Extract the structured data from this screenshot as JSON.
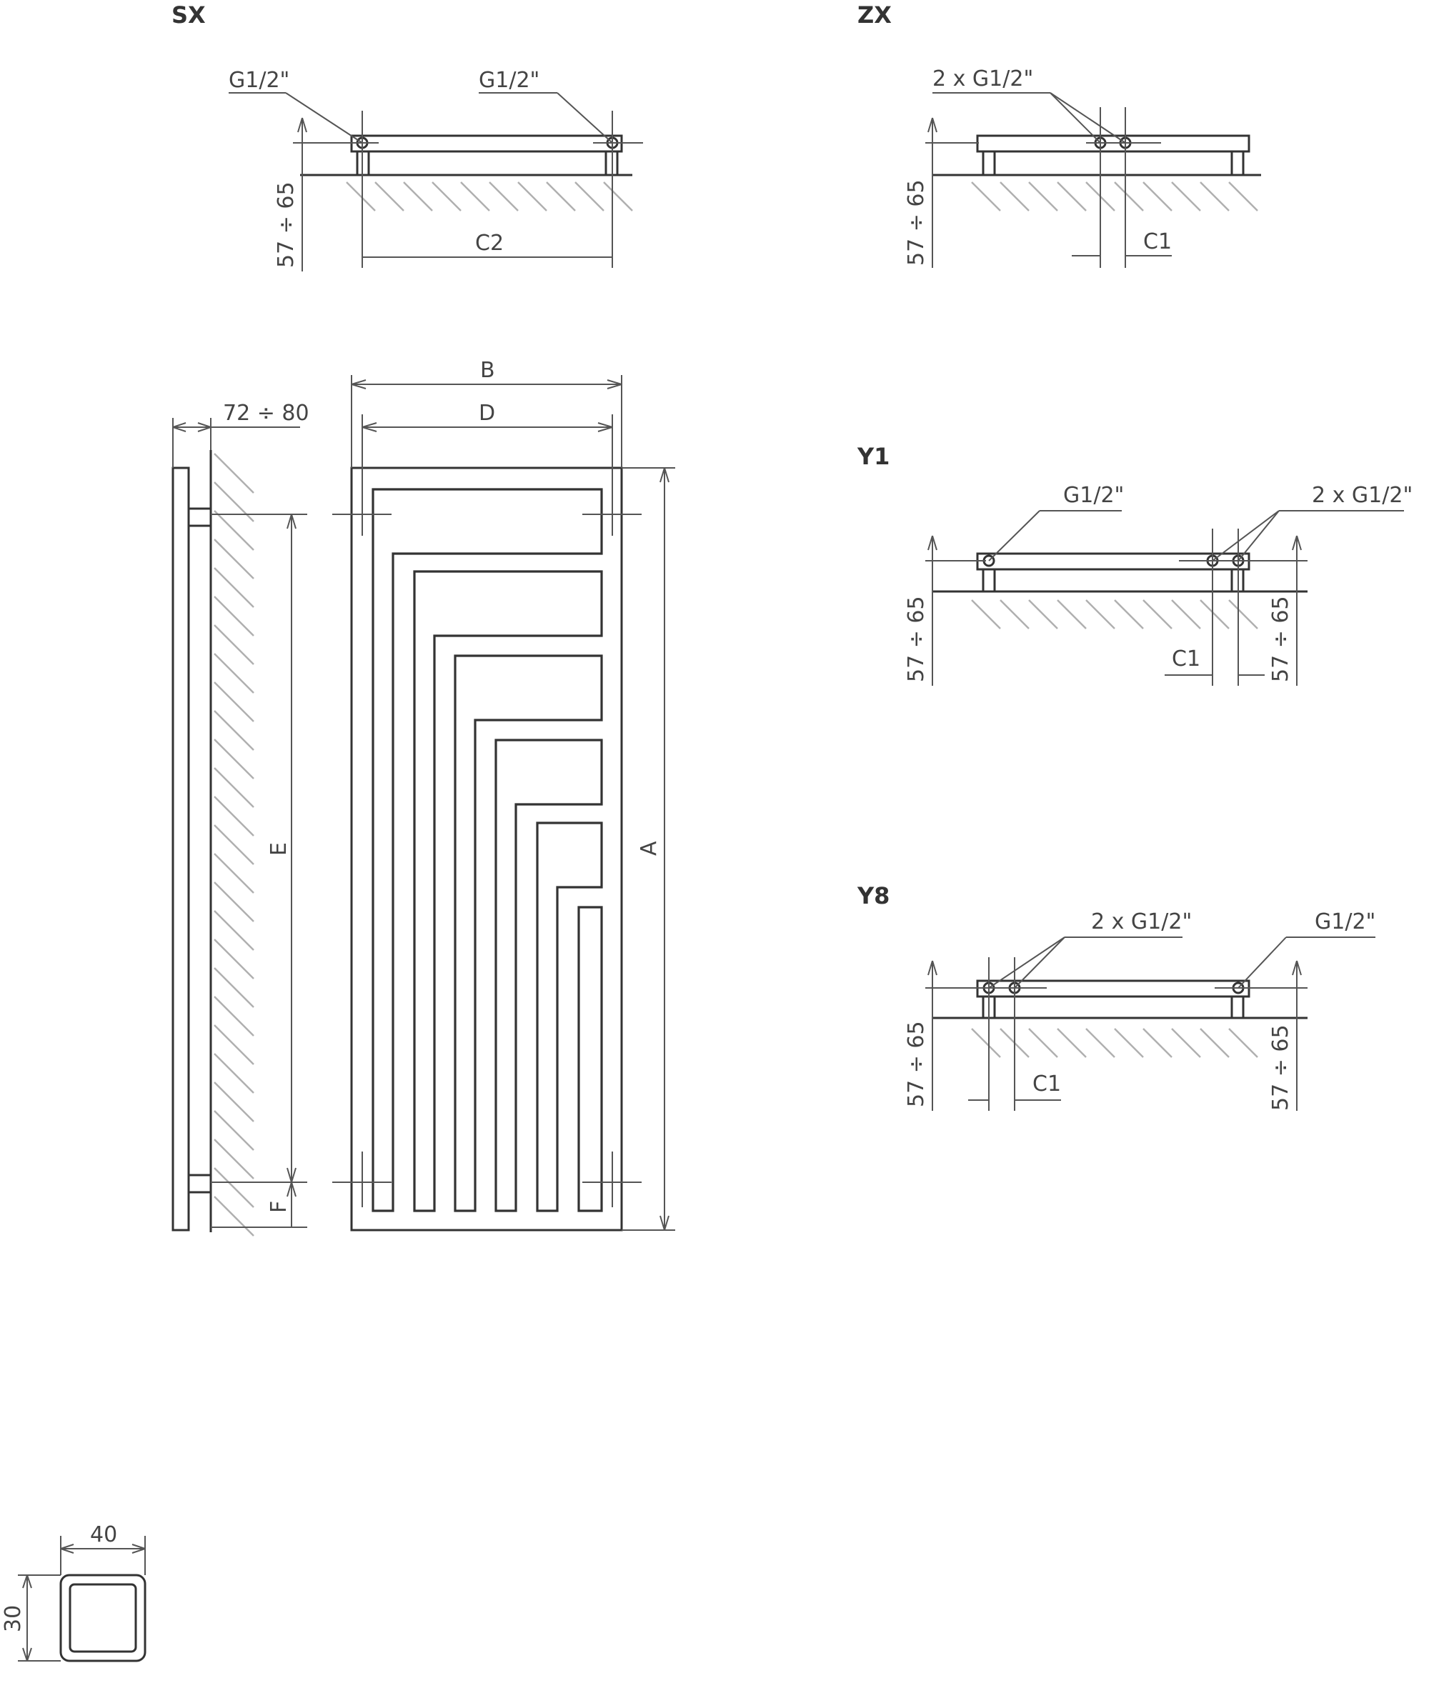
{
  "colors": {
    "line": "#333333",
    "hatch": "#b0b0b0",
    "text": "#444444"
  },
  "variants": {
    "sx": {
      "title": "SX",
      "conn_left": "G1/2\"",
      "conn_right": "G1/2\"",
      "axis_dist": "57 ÷ 65",
      "spacing": "C2"
    },
    "zx": {
      "title": "ZX",
      "conn": "2 x G1/2\"",
      "axis_dist": "57 ÷ 65",
      "spacing": "C1"
    },
    "y1": {
      "title": "Y1",
      "conn_left": "G1/2\"",
      "conn_right": "2 x G1/2\"",
      "axis_dist_left": "57 ÷ 65",
      "axis_dist_right": "57 ÷ 65",
      "spacing": "C1"
    },
    "y8": {
      "title": "Y8",
      "conn_left": "2 x G1/2\"",
      "conn_right": "G1/2\"",
      "axis_dist_left": "57 ÷ 65",
      "axis_dist_right": "57 ÷ 65",
      "spacing": "C1"
    }
  },
  "front_view": {
    "width": "B",
    "axis_spacing": "D",
    "height": "A"
  },
  "side_view": {
    "wall_distance": "72 ÷ 80",
    "axis_height": "E",
    "bottom_offset": "F"
  },
  "profile": {
    "width": "40",
    "height": "30"
  }
}
